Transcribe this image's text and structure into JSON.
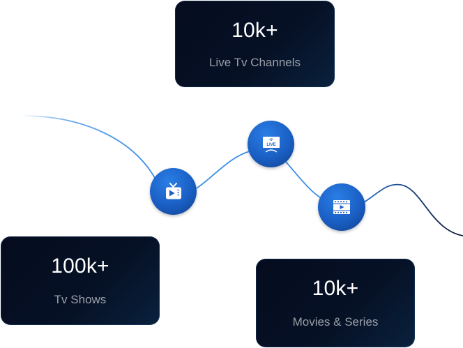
{
  "stats": [
    {
      "value": "10k+",
      "label": "Live Tv Channels"
    },
    {
      "value": "100k+",
      "label": "Tv Shows"
    },
    {
      "value": "10k+",
      "label": "Movies & Series"
    }
  ],
  "nodes": [
    {
      "icon": "tv-play-icon"
    },
    {
      "icon": "live-tv-icon",
      "text": "LIVE"
    },
    {
      "icon": "film-play-icon"
    }
  ],
  "colors": {
    "card_bg": "#061126",
    "value_text": "#ffffff",
    "label_text": "#9aa0a8",
    "node_blue": "#1a5fc4",
    "line_blue": "#3c8fe8",
    "line_dark": "#0d1a38"
  }
}
